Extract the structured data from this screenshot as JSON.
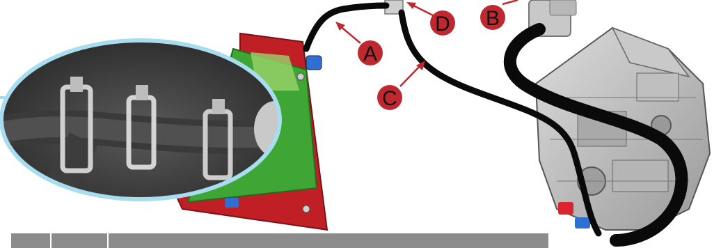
{
  "callouts": [
    {
      "letter": "A"
    },
    {
      "letter": "B"
    },
    {
      "letter": "C"
    },
    {
      "letter": "D"
    }
  ],
  "table": {
    "headers": [
      "",
      "",
      ""
    ]
  },
  "colors": {
    "hose": "#0a0a0a",
    "callout": "#c0282f",
    "radiator_frame": "#c11f26",
    "radiator_core": "#3fa535",
    "detail_ring": "#a8dcef",
    "table_header": "#8c8c8c"
  }
}
